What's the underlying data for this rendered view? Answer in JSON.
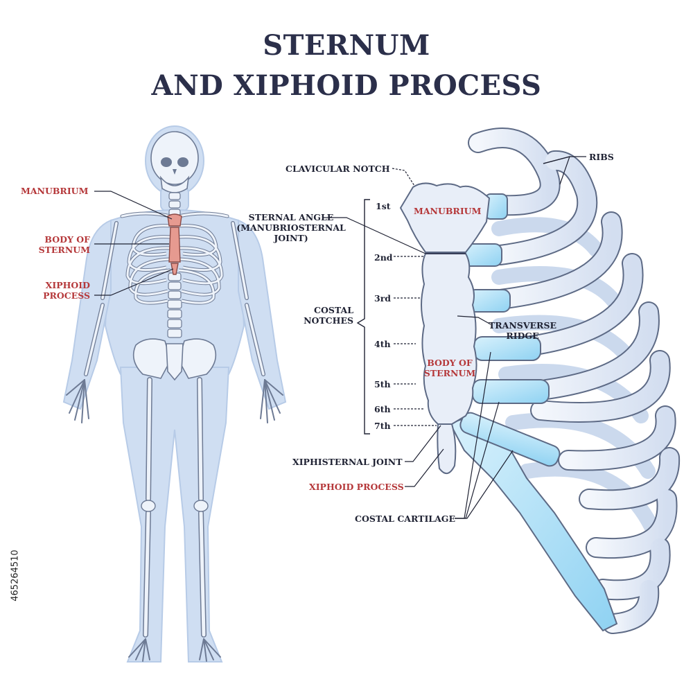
{
  "title": {
    "line1": "STERNUM",
    "line2": "AND XIPHOID PROCESS"
  },
  "body_labels": {
    "manubrium": "MANUBRIUM",
    "body_of_sternum": [
      "BODY OF",
      "STERNUM"
    ],
    "xiphoid_process": [
      "XIPHOID",
      "PROCESS"
    ]
  },
  "detail_labels": {
    "clavicular_notch": "CLAVICULAR NOTCH",
    "ribs": "RIBS",
    "sternal_angle": [
      "STERNAL ANGLE",
      "(MANUBRIOSTERNAL",
      "JOINT)"
    ],
    "manubrium": "MANUBRIUM",
    "costal_notches": [
      "COSTAL",
      "NOTCHES"
    ],
    "transverse_ridge": [
      "TRANSVERSE",
      "RIDGE"
    ],
    "body_of_sternum": [
      "BODY OF",
      "STERNUM"
    ],
    "xiphisternal_joint": "XIPHISTERNAL JOINT",
    "xiphoid_process": "XIPHOID PROCESS",
    "costal_cartilage": "COSTAL CARTILAGE"
  },
  "notches": [
    "1st",
    "2nd",
    "3rd",
    "4th",
    "5th",
    "6th",
    "7th"
  ],
  "stock_id": "465264510",
  "colors": {
    "title": "#2b2f4a",
    "label_red": "#b5383a",
    "label_dark": "#1f2233",
    "bone_fill": "#e8eef8",
    "bone_stroke": "#5d6a85",
    "cartilage": "#aee0f8",
    "sternum_highlight": "#e69a90",
    "body_silhouette": "#c9daf1"
  }
}
